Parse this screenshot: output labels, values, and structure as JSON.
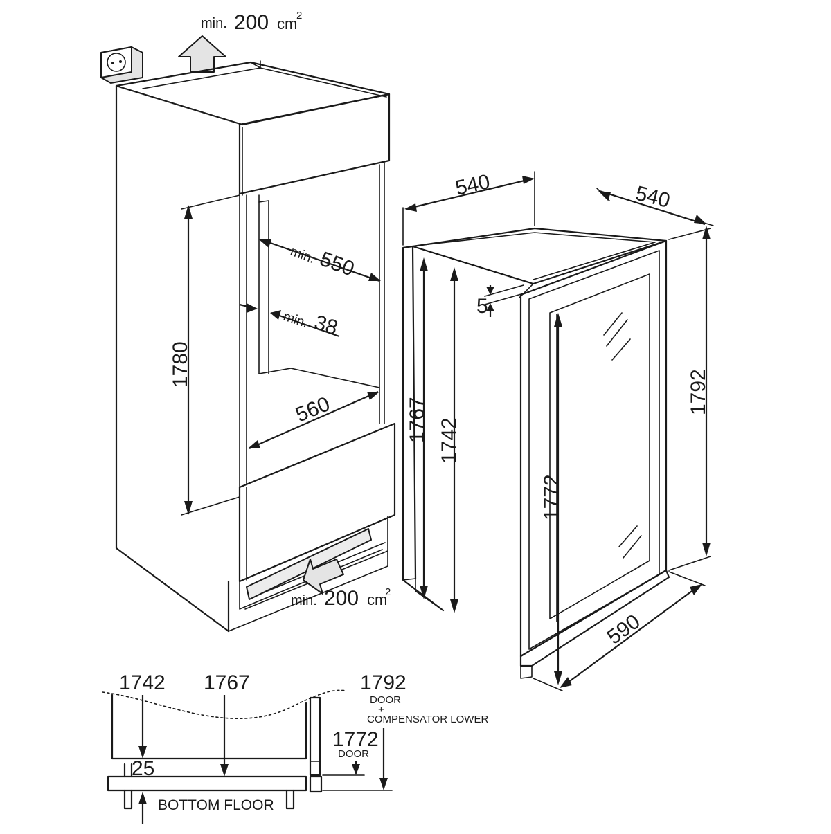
{
  "ventilation": {
    "top": {
      "prefix": "min.",
      "value": "200",
      "unit": "cm",
      "exp": "2"
    },
    "bottom": {
      "prefix": "min.",
      "value": "200",
      "unit": "cm",
      "exp": "2"
    }
  },
  "niche": {
    "height": "1780",
    "depth_min_prefix": "min.",
    "depth_min": "550",
    "gap_min_prefix": "min.",
    "gap_min": "38",
    "width": "560"
  },
  "appliance": {
    "width": "540",
    "depth": "540",
    "door_gap": "5",
    "height_cabinet": "1767",
    "height_body": "1742",
    "height_door": "1772",
    "height_total": "1792",
    "depth_with_door": "590"
  },
  "detail": {
    "h1": "1742",
    "h2": "1767",
    "h3": "1792",
    "h3_note1": "DOOR",
    "h3_plus": "+",
    "h3_note2": "COMPENSATOR LOWER",
    "h4": "1772",
    "h4_note": "DOOR",
    "gap": "25",
    "floor_label": "BOTTOM FLOOR"
  },
  "icons": [
    "power-socket-icon",
    "airflow-up-arrow-icon",
    "airflow-in-arrow-icon",
    "door-glass-reflection-icon"
  ]
}
